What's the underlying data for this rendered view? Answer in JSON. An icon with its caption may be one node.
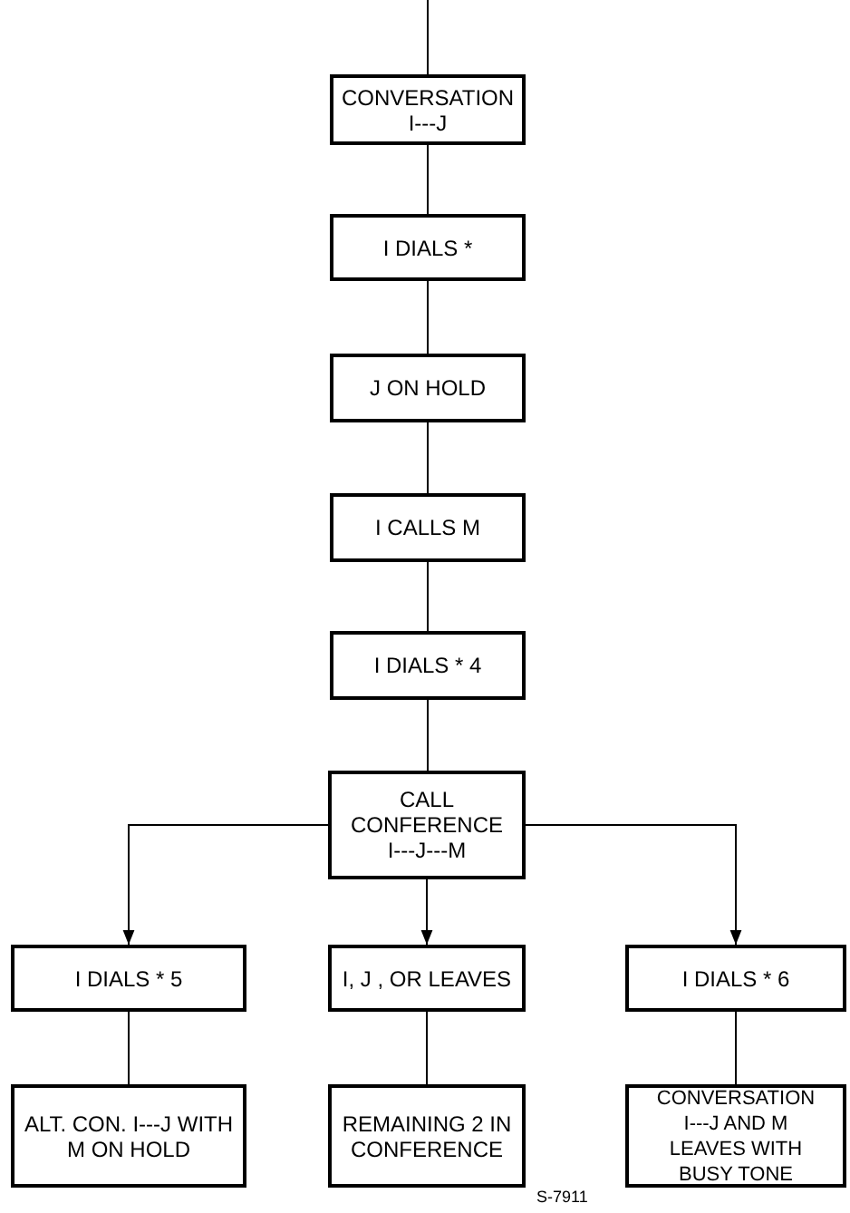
{
  "diagram": {
    "nodes": [
      {
        "text": [
          "CONVERSATION I---J"
        ]
      },
      {
        "text": [
          "I DIALS *"
        ]
      },
      {
        "text": [
          "J ON HOLD"
        ]
      },
      {
        "text": [
          "I CALLS M"
        ]
      },
      {
        "text": [
          "I DIALS * 4"
        ]
      },
      {
        "text": [
          "CALL CONFERENCE I---J---M"
        ]
      },
      {
        "text": [
          "I DIALS * 5"
        ]
      },
      {
        "text": [
          "I, J , OR LEAVES"
        ]
      },
      {
        "text": [
          "I DIALS * 6"
        ]
      },
      {
        "text": [
          "ALT. CON. I---J WITH M ON HOLD"
        ]
      },
      {
        "text": [
          "REMAINING 2 IN CONFERENCE"
        ]
      },
      {
        "text": [
          "CONVERSATION I---J AND M LEAVES WITH BUSY TONE"
        ]
      }
    ],
    "edges": [
      {
        "from": null,
        "to": 0,
        "arrow": "none"
      },
      {
        "from": 0,
        "to": 1,
        "arrow": "none"
      },
      {
        "from": 1,
        "to": 2,
        "arrow": "none"
      },
      {
        "from": 2,
        "to": 3,
        "arrow": "none"
      },
      {
        "from": 3,
        "to": 4,
        "arrow": "none"
      },
      {
        "from": 4,
        "to": 5,
        "arrow": "none"
      },
      {
        "from": 5,
        "to": 6,
        "arrow": "to"
      },
      {
        "from": 5,
        "to": 7,
        "arrow": "to"
      },
      {
        "from": 5,
        "to": 8,
        "arrow": "to"
      },
      {
        "from": 6,
        "to": 9,
        "arrow": "none"
      },
      {
        "from": 7,
        "to": 10,
        "arrow": "none"
      },
      {
        "from": 8,
        "to": 11,
        "arrow": "none"
      }
    ],
    "labels": [
      "S-7911"
    ]
  }
}
